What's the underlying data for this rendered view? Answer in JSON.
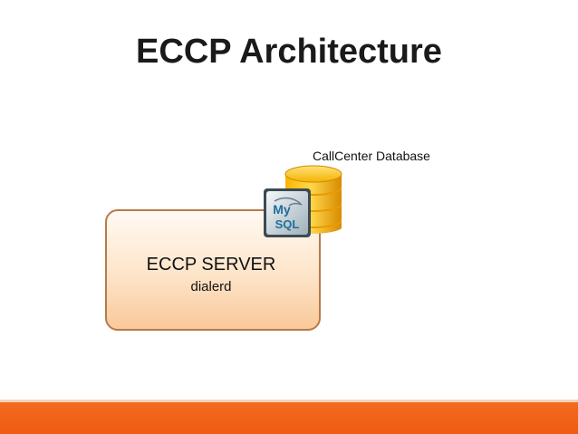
{
  "slide": {
    "title": "ECCP Architecture"
  },
  "server": {
    "title": "ECCP SERVER",
    "subtitle": "dialerd"
  },
  "database": {
    "label": "CallCenter Database",
    "logo_text_top": "My",
    "logo_text_bottom": "SQL",
    "icon": "mysql-database-icon"
  },
  "colors": {
    "accent_orange": "#ef5b12",
    "server_fill": "#fde4c8",
    "server_border": "#b77a4a",
    "db_gold": "#f2a800"
  }
}
